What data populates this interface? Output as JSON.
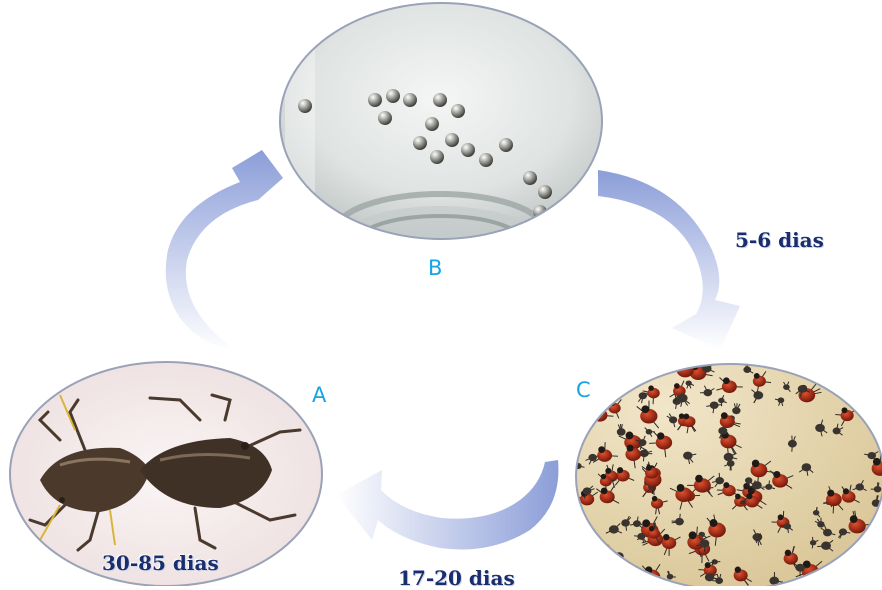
{
  "stages": [
    {
      "letter": "A",
      "duration": "30-85 dias",
      "subject": "adult-bugs-mating-photo"
    },
    {
      "letter": "B",
      "duration": "5-6 dias",
      "subject": "eggs-in-glass-photo"
    },
    {
      "letter": "C",
      "duration": "17-20 dias",
      "subject": "nymphs-cluster-photo"
    }
  ],
  "colors": {
    "letters": "#17a3e6",
    "durations": "#1a2e6e",
    "arrows": "#8c9fd8"
  }
}
